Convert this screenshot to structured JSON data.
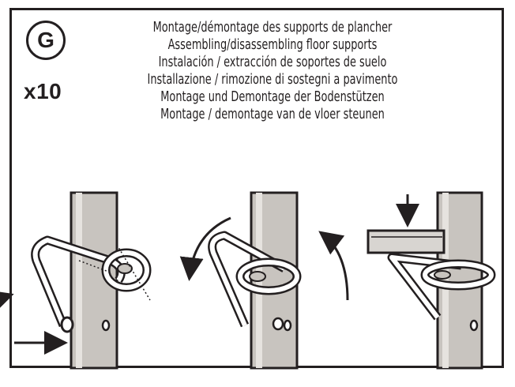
{
  "step": {
    "letter": "G",
    "quantity": "x10"
  },
  "titles": {
    "fr": "Montage/démontage des supports de plancher",
    "en": "Assembling/disassembling floor supports",
    "es": "Instalación / extracción de soportes de suelo",
    "it": "Installazione / rimozione di sostegni a pavimento",
    "de": "Montage und Demontage der Bodenstützen",
    "nl": "Montage / demontage van de vloer steunen"
  },
  "figures": [
    {
      "name": "insert-support",
      "arrow": "right-arrow"
    },
    {
      "name": "rotate-support",
      "arrow": "curved-arrows"
    },
    {
      "name": "place-floor",
      "arrow": "down-arrow"
    }
  ]
}
